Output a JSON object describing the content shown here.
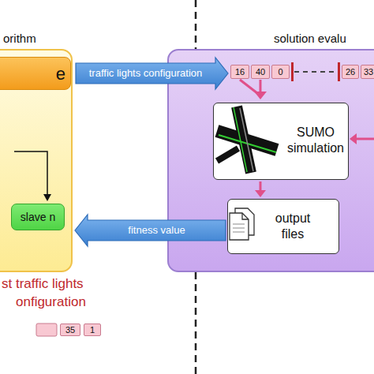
{
  "diagram": {
    "nodes": [
      {
        "text": [
          "orithm"
        ]
      },
      {
        "text": [
          "e"
        ],
        "in": 0
      },
      {
        "text": [
          "slave n"
        ],
        "in": 0
      },
      {
        "text": [
          "solution evalu"
        ]
      },
      {
        "text": [
          "SUMO simulation"
        ],
        "in": 3
      },
      {
        "text": [
          "output files"
        ],
        "in": 3
      }
    ],
    "edges": [
      {
        "from": 1,
        "to": 3,
        "arrow": "to",
        "label": "traffic lights configuration"
      },
      {
        "from": 4,
        "to": 5,
        "arrow": "to"
      },
      {
        "from": 5,
        "to": 0,
        "arrow": "to",
        "label": "fitness value"
      }
    ],
    "labels": [
      "16",
      "40",
      "0",
      "26",
      "33",
      "st traffic lights",
      "onfiguration",
      "35",
      "1"
    ]
  }
}
